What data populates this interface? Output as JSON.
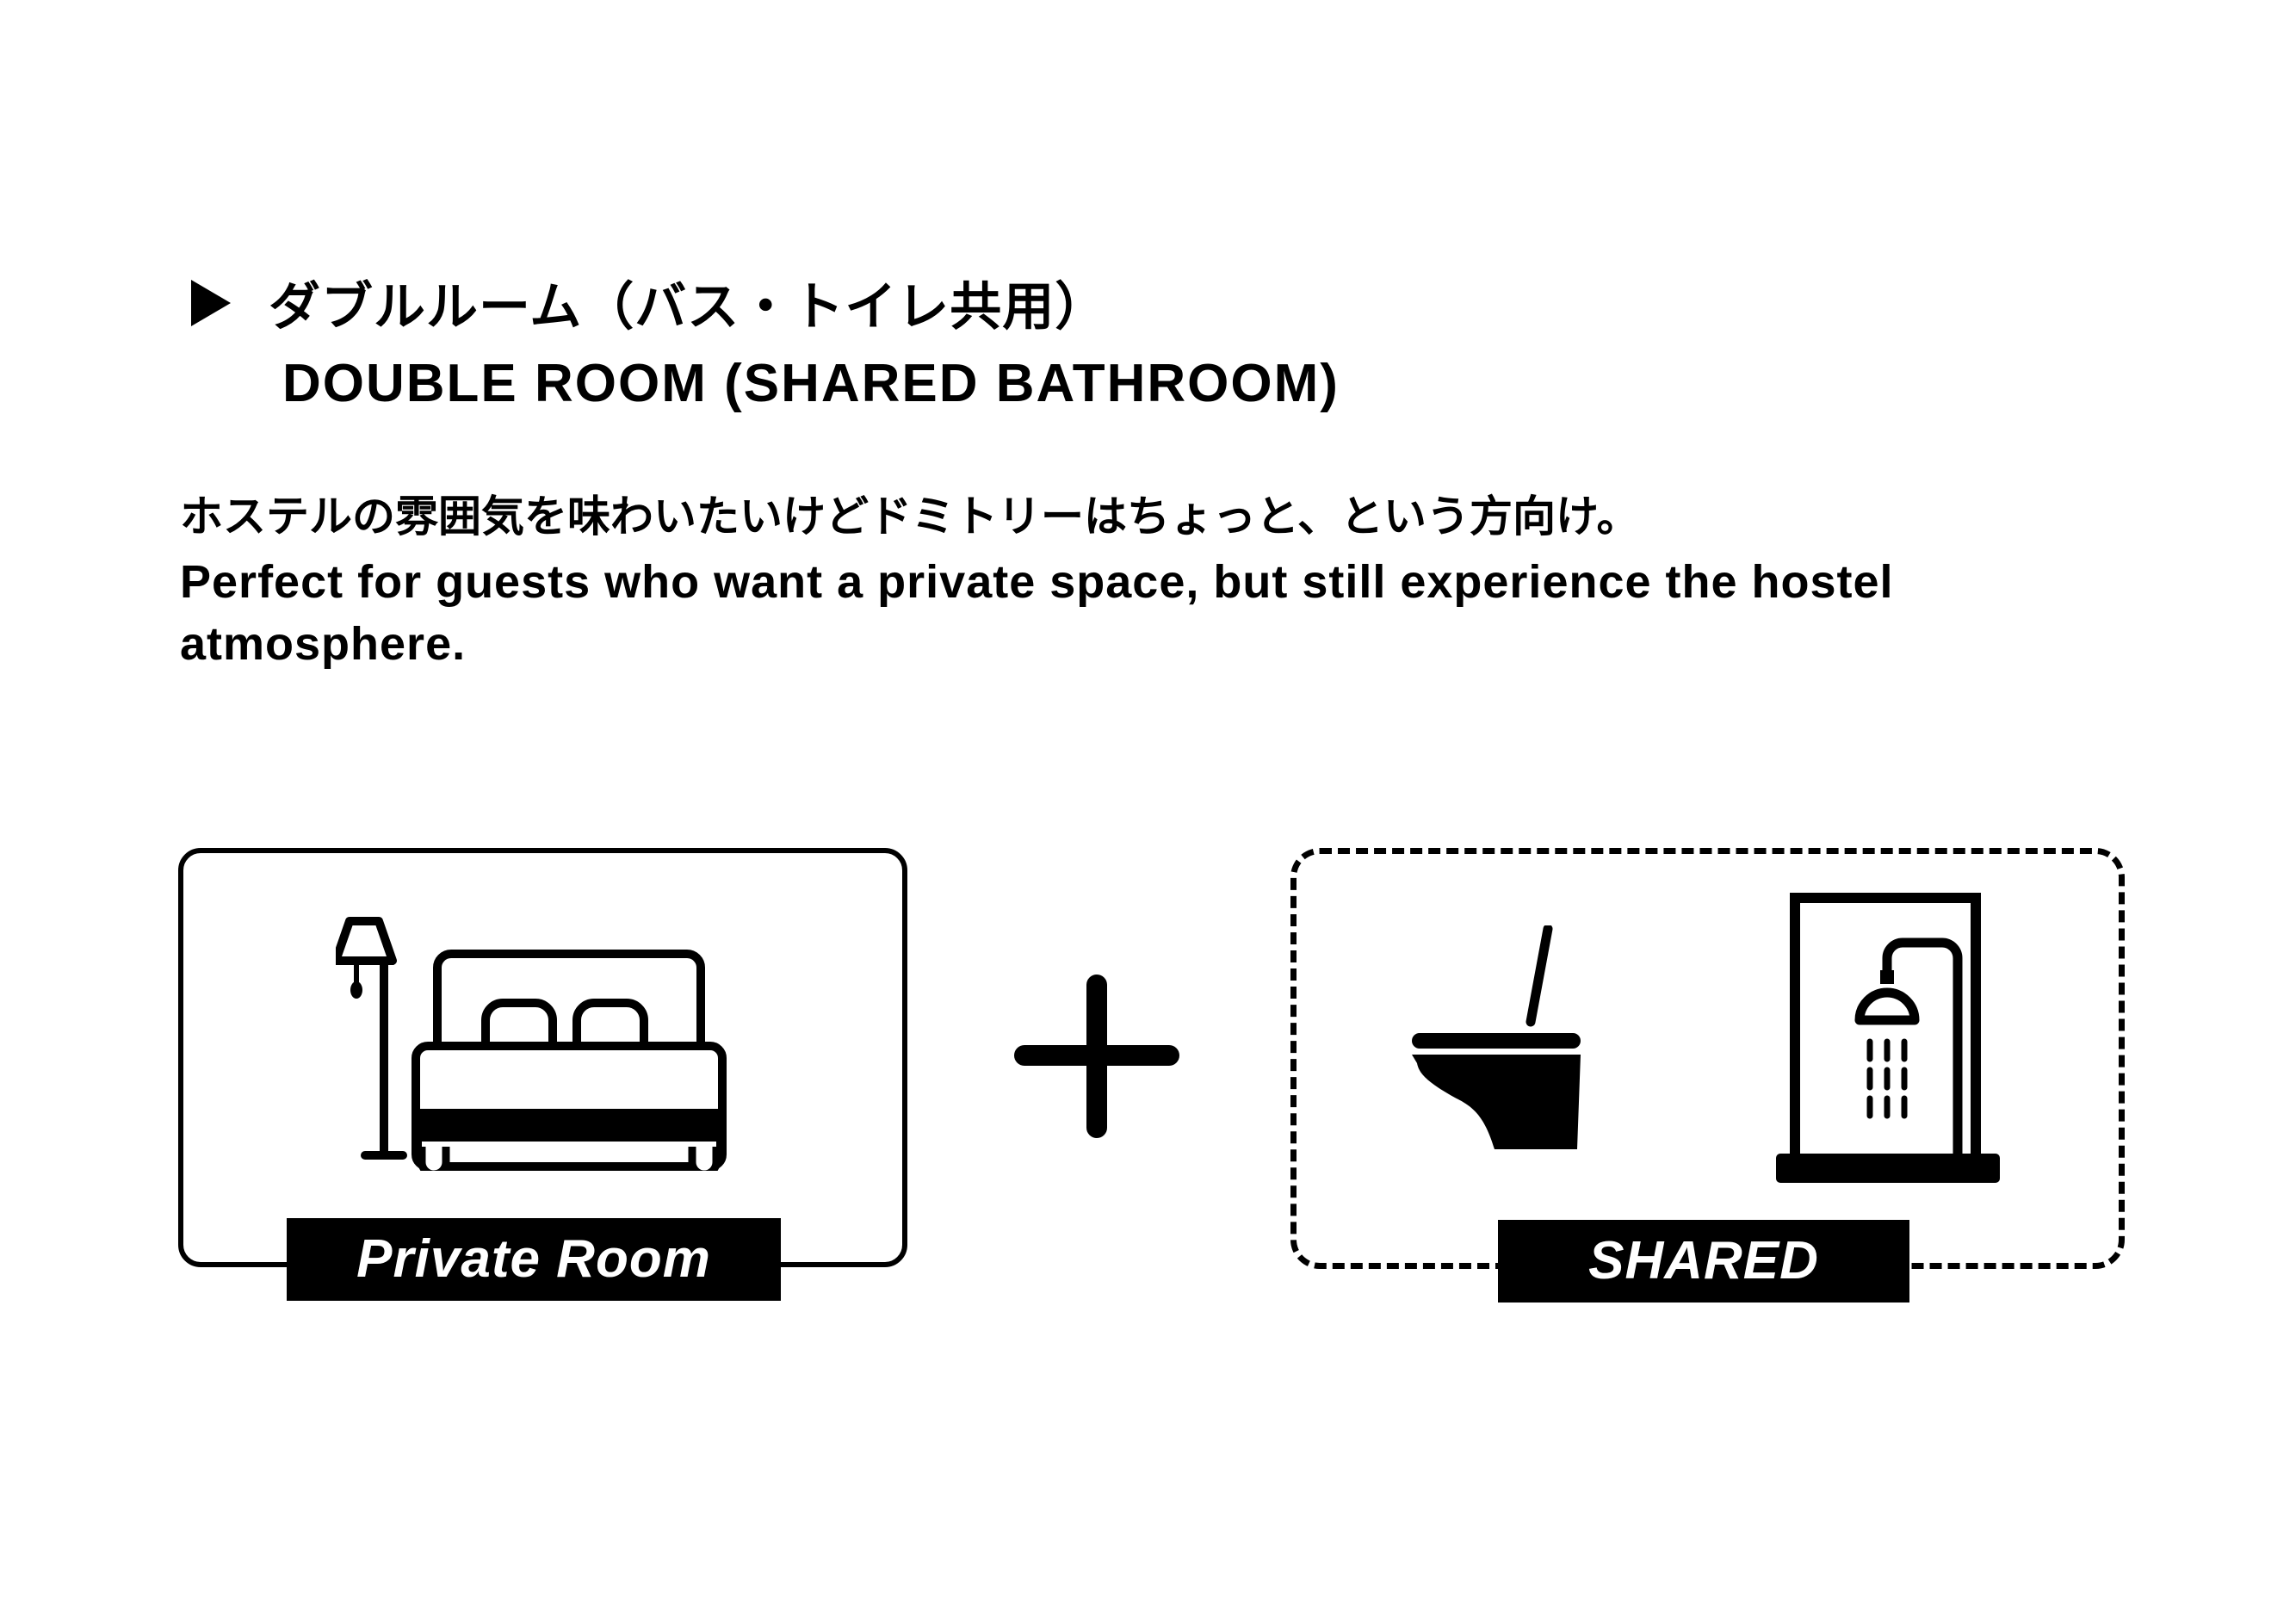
{
  "header": {
    "bullet_icon": "triangle-right-icon",
    "title_jp": "ダブルルーム（バス・トイレ共用）",
    "title_en": "DOUBLE ROOM (SHARED BATHROOM)"
  },
  "description": {
    "jp": "ホステルの雰囲気を味わいたいけどドミトリーはちょっと、という方向け。",
    "en": "Perfect for guests who want a private space, but still experience the hostel atmosphere."
  },
  "diagram": {
    "private": {
      "label": "Private Room",
      "icons": [
        "floor-lamp-icon",
        "double-bed-icon"
      ]
    },
    "operator": "+",
    "shared": {
      "label": "SHARED",
      "icons": [
        "toilet-icon",
        "shower-icon"
      ]
    }
  }
}
